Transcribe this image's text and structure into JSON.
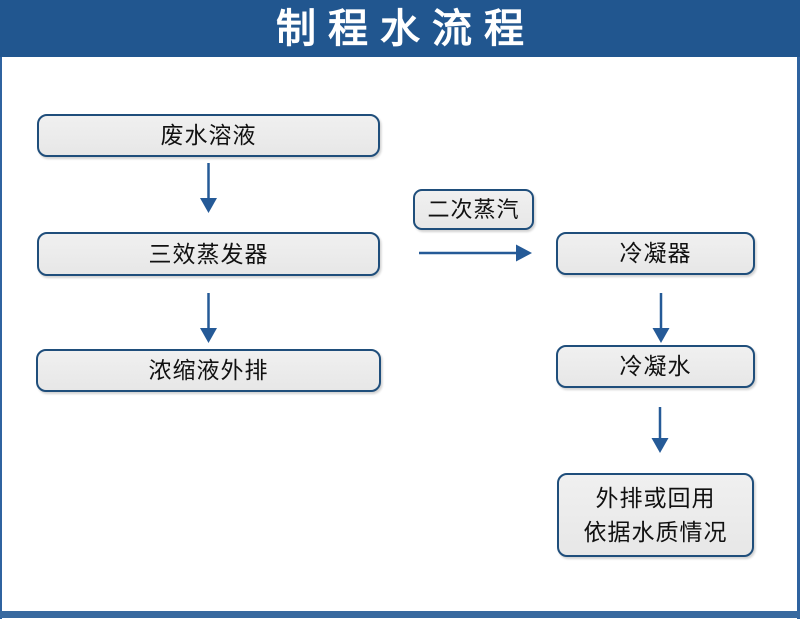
{
  "page": {
    "title": "制程水流程"
  },
  "colors": {
    "title_bar_bg": "#21568F",
    "title_text": "#FFFFFF",
    "canvas_bg": "#FFFFFF",
    "frame_border": "#2F63A0",
    "bottom_bar": "#38699F",
    "node_fill": "#EBEBEB",
    "node_border": "#1F4E7B",
    "node_text": "#111111",
    "arrow": "#255A97"
  },
  "flowchart": {
    "nodes": [
      {
        "id": "wastewater-solution",
        "label": "废水溶液"
      },
      {
        "id": "triple-effect-evaporator",
        "label": "三效蒸发器"
      },
      {
        "id": "concentrate-discharge",
        "label": "浓缩液外排"
      },
      {
        "id": "secondary-steam",
        "label": "二次蒸汽"
      },
      {
        "id": "condenser",
        "label": "冷凝器"
      },
      {
        "id": "condensate-water",
        "label": "冷凝水"
      },
      {
        "id": "discharge-or-reuse",
        "lines": [
          "外排或回用",
          "依据水质情况"
        ]
      }
    ],
    "edges": [
      {
        "from": "wastewater-solution",
        "to": "triple-effect-evaporator",
        "direction": "down"
      },
      {
        "from": "triple-effect-evaporator",
        "to": "concentrate-discharge",
        "direction": "down"
      },
      {
        "from": "triple-effect-evaporator",
        "to": "condenser",
        "direction": "right",
        "label": "二次蒸汽"
      },
      {
        "from": "condenser",
        "to": "condensate-water",
        "direction": "down"
      },
      {
        "from": "condensate-water",
        "to": "discharge-or-reuse",
        "direction": "down"
      }
    ]
  }
}
